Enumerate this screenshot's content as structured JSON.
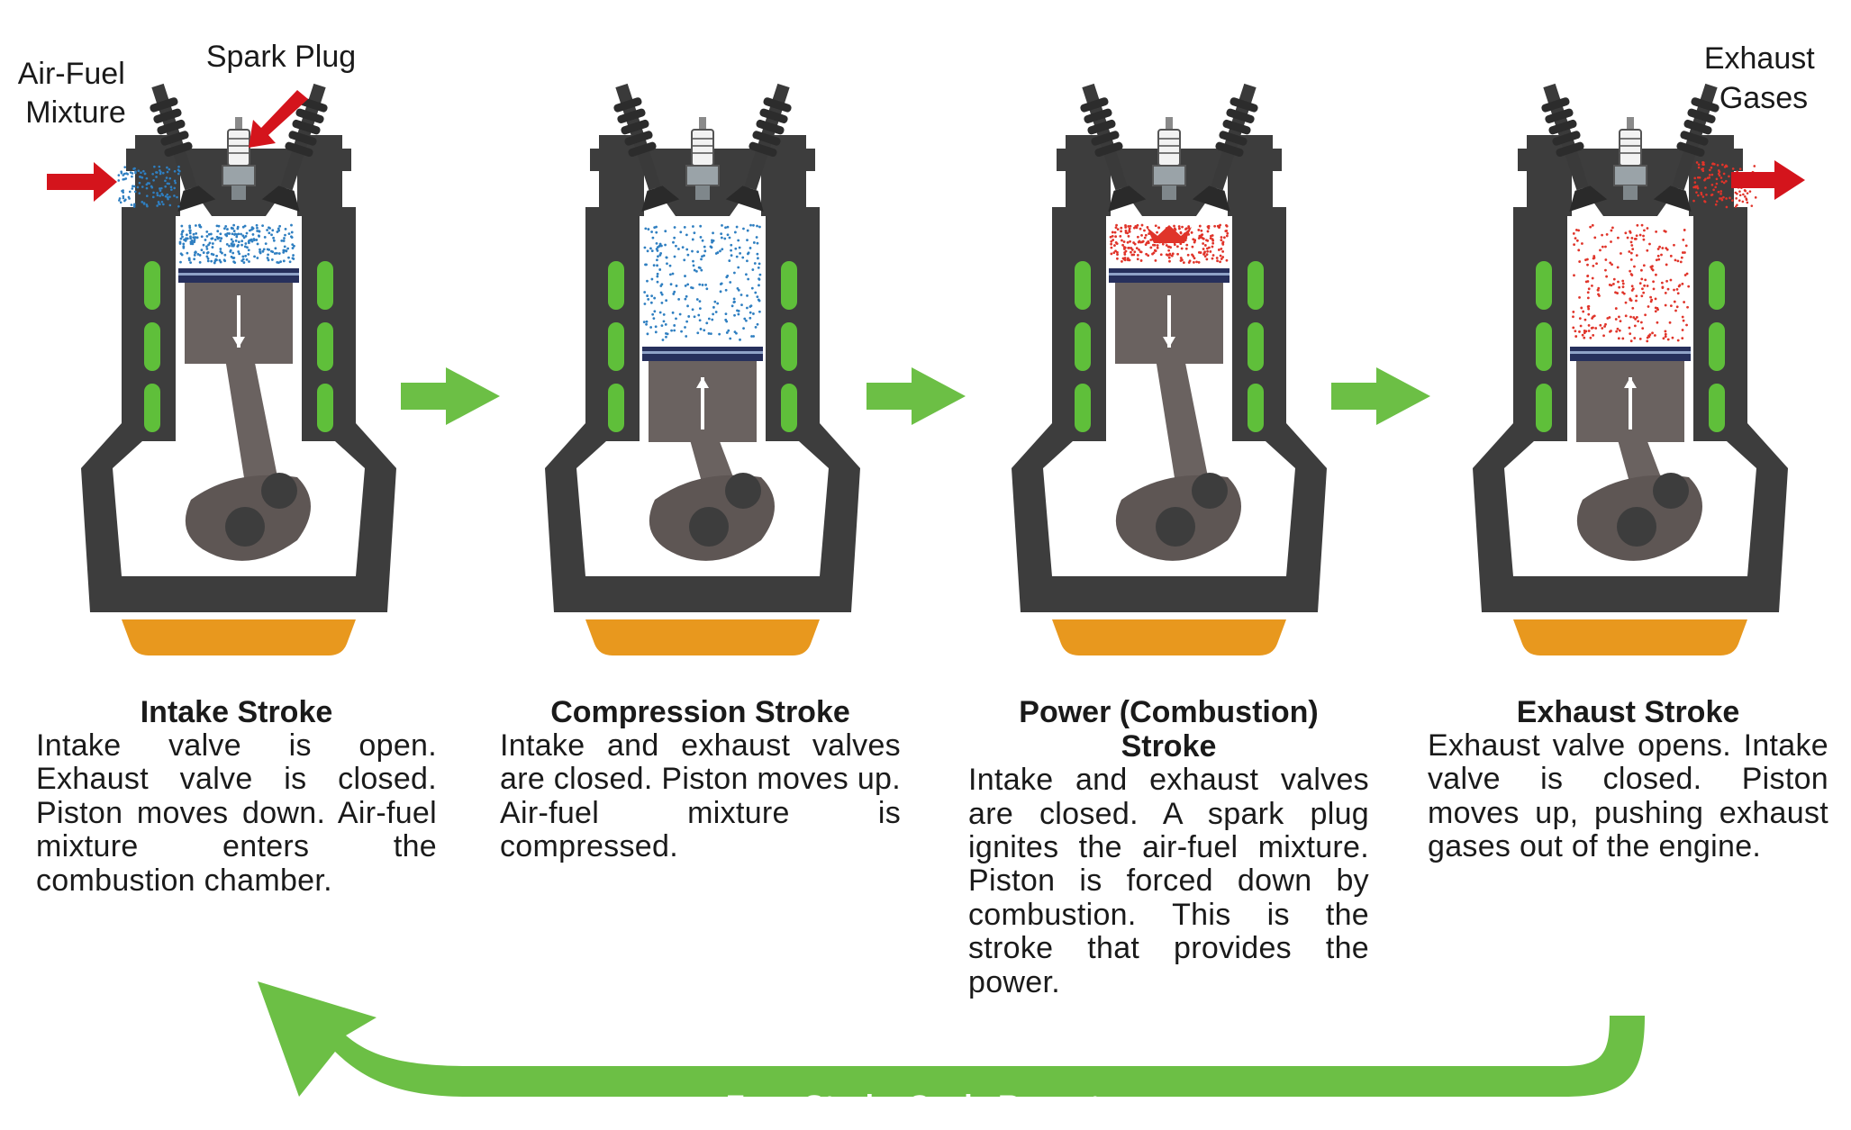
{
  "callouts": {
    "air_fuel": [
      "Air-Fuel",
      "Mixture"
    ],
    "spark_plug": "Spark Plug",
    "exhaust": [
      "Exhaust",
      "Gases"
    ]
  },
  "strokes": [
    {
      "title": "Intake Stroke",
      "text": "Intake valve is open. Exhaust valve is closed. Piston moves down. Air-fuel mixture enters the combustion chamber.",
      "piston": "down",
      "charge": "fresh"
    },
    {
      "title": "Compression Stroke",
      "text": "Intake and exhaust valves are closed. Piston moves up. Air-fuel mixture is compressed.",
      "piston": "up",
      "charge": "fresh"
    },
    {
      "title": "Power (Combustion) Stroke",
      "text": "Intake and exhaust valves are closed. A spark plug ignites the air-fuel mixture. Piston is forced down by combustion. This is the stroke that provides the power.",
      "piston": "down",
      "charge": "burning"
    },
    {
      "title": "Exhaust Stroke",
      "text": "Exhaust valve opens. Intake valve is closed. Piston moves up, pushing exhaust gases out of the engine.",
      "piston": "up",
      "charge": "exhaust"
    }
  ],
  "cycle_label": "Four-Stroke Cycle Repeats",
  "colors": {
    "engine_block": "#3d3d3d",
    "piston": "#6a6260",
    "coolant": "#5fbf3a",
    "oil": "#e8981e",
    "flow_arrow": "#6cbf45",
    "callout_arrow": "#d4141c",
    "fresh_mixture": "#2f7fc1",
    "exhaust_gas": "#e0342a"
  }
}
